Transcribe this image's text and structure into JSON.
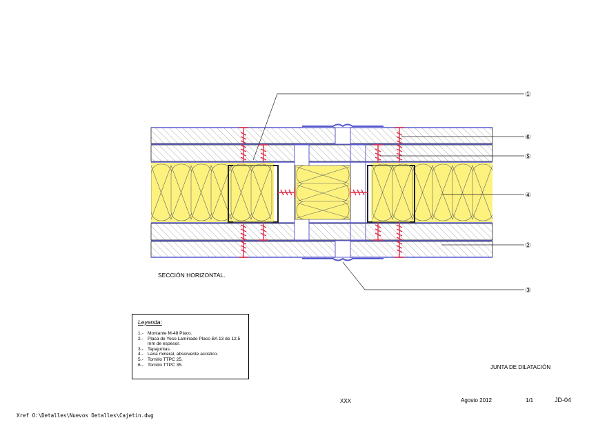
{
  "drawing": {
    "section_title": "SECCIÓN HORIZONTAL.",
    "detail_title": "JUNTA DE DILATACIÓN",
    "callouts": [
      "①",
      "⑥",
      "⑤",
      "④",
      "②",
      "③"
    ],
    "colors": {
      "stud": "#5a5ad0",
      "insulation": "#fdf27e",
      "screw": "#e0304c",
      "hatch": "#777777",
      "outline": "#222222"
    }
  },
  "legend": {
    "title": "Leyenda:",
    "items": [
      {
        "num": "1.-",
        "text": "Montante M-48 Placo."
      },
      {
        "num": "2.-",
        "text": "Placa de Yeso Laminado Placo BA 13 de 12,5 mm de espesor."
      },
      {
        "num": "3.-",
        "text": "Tapajuntas."
      },
      {
        "num": "4.-",
        "text": "Lana mineral, absorvente acústico."
      },
      {
        "num": "5.-",
        "text": "Tornillo TTPC 25."
      },
      {
        "num": "6.-",
        "text": "Tornillo TTPC 35."
      }
    ]
  },
  "title_block": {
    "author": "XXX",
    "date": "Agosto 2012",
    "sheet": "1/1",
    "code": "JD-04"
  },
  "xref": "Xref O:\\Detalles\\Nuevos Detalles\\Cajetin.dwg"
}
